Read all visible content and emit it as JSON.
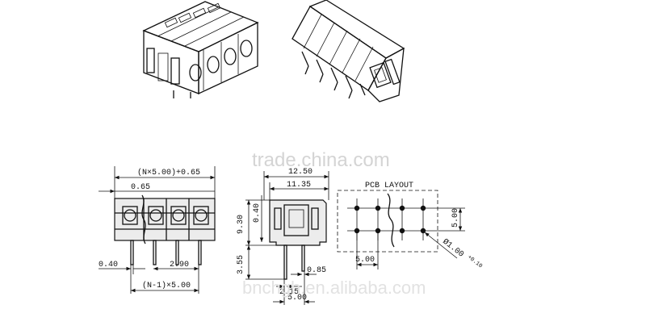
{
  "watermarks": {
    "top": "trade.china.com",
    "bottom": "bnchgh.en.alibaba.com"
  },
  "front_view": {
    "overall_width": "(N×5.00)+0.65",
    "pin_offset": "0.65",
    "pin_width": "0.40",
    "pin_pitch_inner": "2.90",
    "pitch_total": "(N-1)×5.00"
  },
  "side_view": {
    "total_width": "12.50",
    "inner_width": "11.35",
    "height": "9.30",
    "top_offset": "0.40",
    "pin_length": "3.55",
    "pin_thickness": "0.85",
    "pin_offset": "2.15",
    "pin_pitch": "5.00"
  },
  "pcb_layout": {
    "title": "PCB LAYOUT",
    "pitch_h": "5.00",
    "pitch_v": "5.00",
    "hole_dia": "Ø1.00",
    "tolerance": "+0.10"
  }
}
